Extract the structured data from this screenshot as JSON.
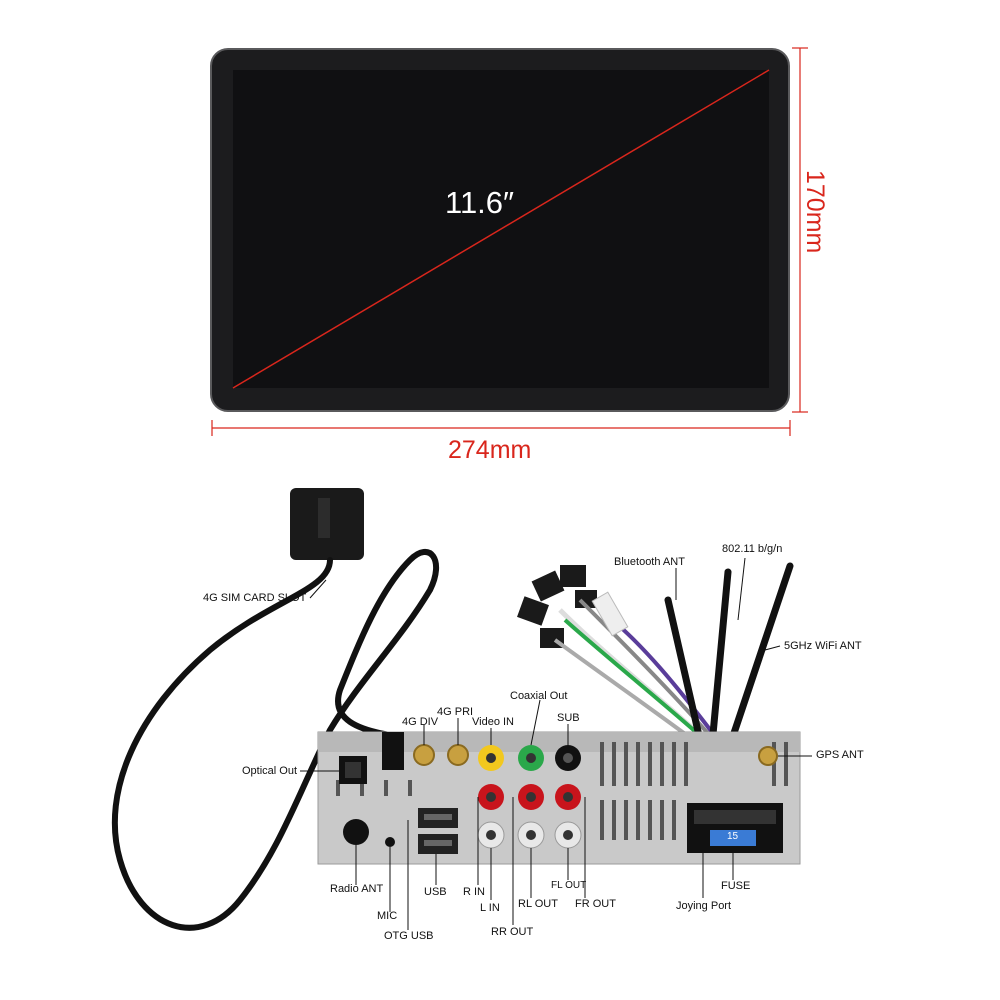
{
  "screen": {
    "diagonal": "11.6″",
    "width_dim": "274mm",
    "height_dim": "170mm"
  },
  "labels": {
    "sim_slot": "4G SIM CARD SLOT",
    "bluetooth": "Bluetooth ANT",
    "wifi_80211": "802.11 b/g/n",
    "wifi_5g": "5GHz WiFi ANT",
    "gps": "GPS ANT",
    "coaxial": "Coaxial Out",
    "four_g_pri": "4G PRI",
    "four_g_div": "4G DIV",
    "video_in": "Video IN",
    "sub": "SUB",
    "optical": "Optical Out",
    "radio": "Radio ANT",
    "mic": "MIC",
    "otg": "OTG USB",
    "usb": "USB",
    "r_in": "R IN",
    "l_in": "L IN",
    "rl_out": "RL OUT",
    "rr_out": "RR OUT",
    "fl_out": "FL OUT",
    "fr_out": "FR OUT",
    "joying": "Joying Port",
    "fuse": "FUSE"
  },
  "fuse_value": "15",
  "colors": {
    "dimension": "#d9261c",
    "rca_red": "#c8141c",
    "rca_white": "#e8e8e8",
    "rca_yellow": "#f2c81e",
    "rca_green": "#2aa84a",
    "fuse_blue": "#3a7bd5"
  }
}
